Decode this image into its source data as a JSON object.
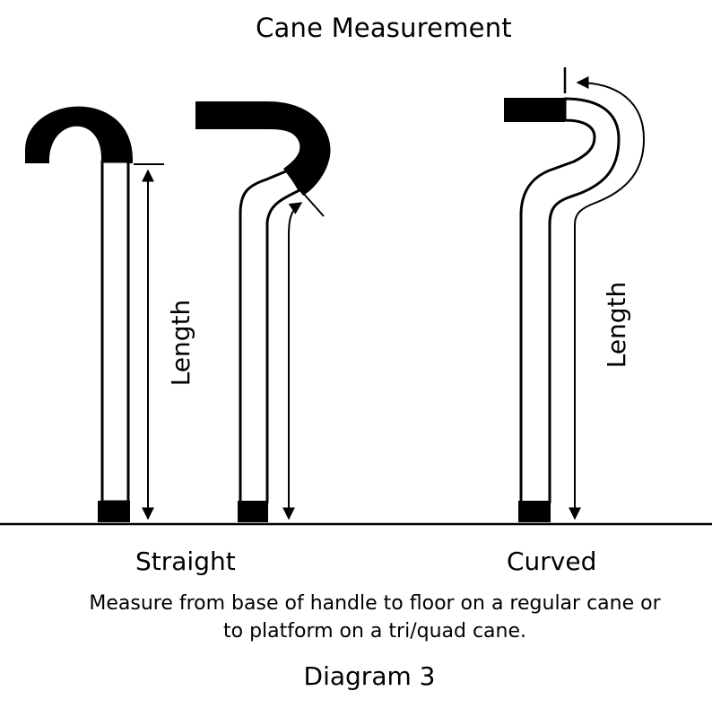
{
  "title": "Cane Measurement",
  "length_label_straight": "Length",
  "length_label_curved": "Length",
  "labels": {
    "straight": "Straight",
    "curved": "Curved"
  },
  "note": {
    "line1": "Measure from base of handle to floor on a regular cane or",
    "line2": "to platform on a tri/quad cane."
  },
  "caption": "Diagram 3",
  "colors": {
    "ink": "#000000",
    "paper": "#ffffff"
  }
}
